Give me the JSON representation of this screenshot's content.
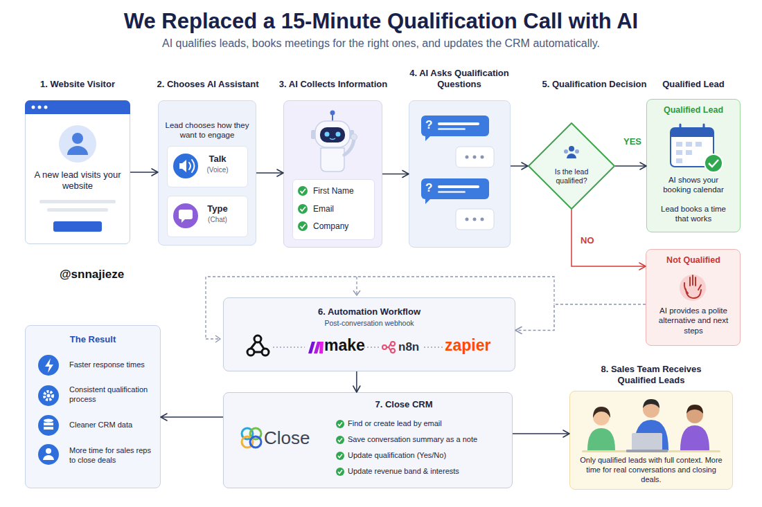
{
  "diagram": {
    "title": "We Replaced a 15-Minute Qualification Call with AI",
    "nodes": [
      {
        "text": [
          "1. Website Visitor",
          "A new lead visits your website"
        ]
      },
      {
        "text": [
          "2. Chooses AI Assistant",
          "Lead chooses how they want to engage"
        ]
      },
      {
        "text": [
          "Talk",
          "(Voice)"
        ],
        "in": 1
      },
      {
        "text": [
          "Type",
          "(Chat)"
        ],
        "in": 1
      },
      {
        "text": [
          "3. AI Collects Information"
        ]
      },
      {
        "text": [
          "First Name",
          "Email",
          "Company"
        ],
        "in": 4
      },
      {
        "text": [
          "4. AI Asks Qualification Questions"
        ]
      },
      {
        "text": [
          "5. Qualification Decision",
          "Is the lead qualified?"
        ]
      },
      {
        "text": [
          "Qualified Lead",
          "Qualified Lead",
          "AI shows your booking calendar",
          "Lead books a time that works"
        ]
      },
      {
        "text": [
          "Not Qualified",
          "AI provides a polite alternative and next steps"
        ]
      },
      {
        "text": [
          "6. Automation Workflow",
          "Post-conversation webhook"
        ]
      },
      {
        "text": [
          "7. Close CRM",
          "Close",
          "Find or create lead by email",
          "Save conversation summary as a note",
          "Update qualification (Yes/No)",
          "Update revenue band & interests"
        ]
      },
      {
        "text": [
          "8. Sales Team Receives Qualified Leads",
          "Only qualified leads with full context. More time for real conversations and closing deals."
        ]
      },
      {
        "text": [
          "The Result",
          "Faster response times",
          "Consistent qualification process",
          "Cleaner CRM data",
          "More time for sales reps to close deals"
        ]
      }
    ],
    "edges": [
      {
        "from": 0,
        "to": 1,
        "arrow": "to"
      },
      {
        "from": 1,
        "to": 4,
        "arrow": "to"
      },
      {
        "from": 4,
        "to": 6,
        "arrow": "to"
      },
      {
        "from": 6,
        "to": 7,
        "arrow": "to"
      },
      {
        "from": 7,
        "to": 8,
        "label": "YES",
        "arrow": "to"
      },
      {
        "from": 7,
        "to": 9,
        "label": "NO",
        "arrow": "to"
      },
      {
        "from": 9,
        "to": 10,
        "arrow": "to"
      },
      {
        "from": 10,
        "to": 11,
        "arrow": "to"
      },
      {
        "from": 11,
        "to": 13,
        "arrow": "to"
      },
      {
        "from": 11,
        "to": 12,
        "arrow": "to"
      }
    ],
    "labels": [
      "AI qualifies leads, books meetings for the right ones, and updates the CRM automatically.",
      "@snnajieze",
      "?",
      "?",
      "make",
      "n8n",
      "zapier"
    ]
  }
}
